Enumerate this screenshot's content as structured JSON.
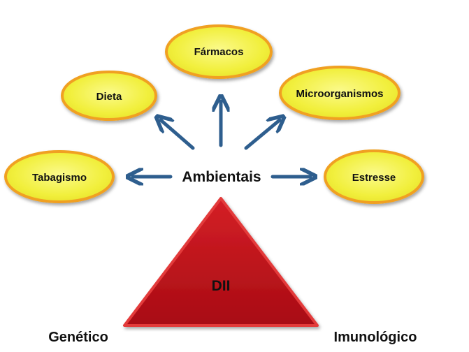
{
  "diagram": {
    "center_label": "Ambientais",
    "factors": [
      {
        "label": "Fármacos"
      },
      {
        "label": "Dieta"
      },
      {
        "label": "Microorganismos"
      },
      {
        "label": "Tabagismo"
      },
      {
        "label": "Estresse"
      }
    ],
    "triangle": {
      "label": "DII",
      "left_corner": "Genético",
      "right_corner": "Imunológico"
    }
  },
  "colors": {
    "bubble_fill": "#f4f25a",
    "bubble_border": "#f0a020",
    "arrow": "#2e5e8e",
    "triangle_fill": "#c4121c",
    "triangle_border": "#e33b3b"
  }
}
